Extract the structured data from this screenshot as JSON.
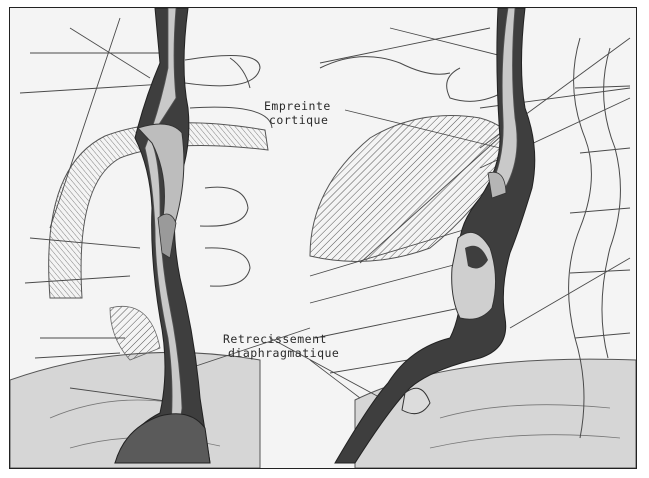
{
  "annotations": {
    "aortic_1": "Empreinte",
    "aortic_2": "cortique",
    "diaphragm_1": "Retrecissement",
    "diaphragm_2": "diaphragmatique"
  },
  "colors": {
    "esophagus_wall": "#3e3e3e",
    "lumen": "#c9c9c9",
    "line_art": "#4a4a4a",
    "background": "#f4f4f4"
  }
}
